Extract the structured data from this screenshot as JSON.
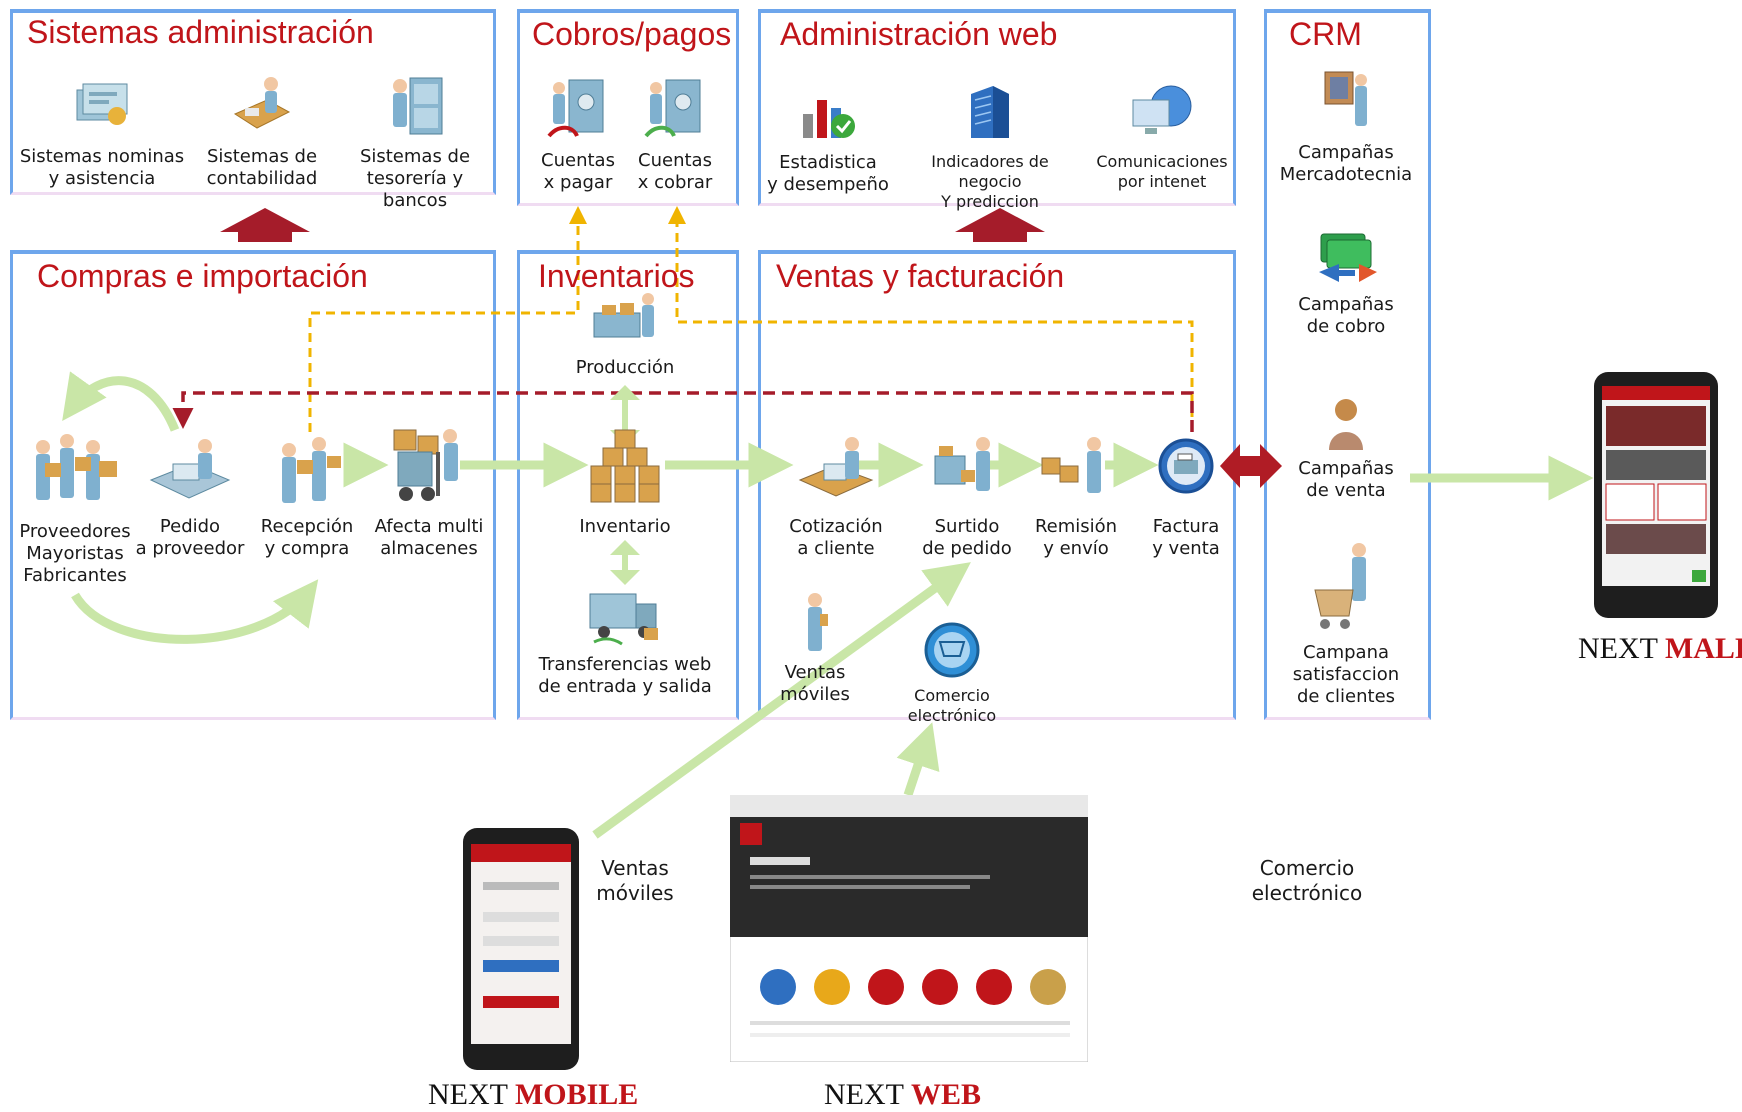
{
  "colors": {
    "accent_red": "#c0151a",
    "panel_border": "#6ea6ec",
    "flow_green": "#c9e6a7",
    "dash_orange": "#f0b400",
    "dash_red": "#a51c2a"
  },
  "panels": {
    "sistemas": {
      "title": "Sistemas administración"
    },
    "cobros": {
      "title": "Cobros/pagos"
    },
    "admin_web": {
      "title": "Administración web"
    },
    "crm": {
      "title": "CRM"
    },
    "compras": {
      "title": "Compras e importación"
    },
    "inventarios": {
      "title": "Inventarios"
    },
    "ventas": {
      "title": "Ventas y facturación"
    }
  },
  "nodes": {
    "nominas": {
      "label": "Sistemas  nominas\ny asistencia",
      "icon": "payroll-icon"
    },
    "contabilidad": {
      "label": "Sistemas de\ncontabilidad",
      "icon": "accounting-icon"
    },
    "tesoreria": {
      "label": "Sistemas de\ntesorería y\nbancos",
      "icon": "treasury-icon"
    },
    "cuentas_pagar": {
      "label": "Cuentas\nx pagar",
      "icon": "accounts-payable-icon"
    },
    "cuentas_cobrar": {
      "label": "Cuentas\nx cobrar",
      "icon": "accounts-receivable-icon"
    },
    "estadistica": {
      "label": "Estadistica\ny desempeño",
      "icon": "stats-icon"
    },
    "indicadores": {
      "label": "Indicadores de negocio\nY prediccion",
      "icon": "building-icon"
    },
    "comunicaciones": {
      "label": "Comunicaciones\npor intenet",
      "icon": "globe-monitor-icon"
    },
    "proveedores": {
      "label": "Proveedores\nMayoristas\nFabricantes",
      "icon": "suppliers-icon"
    },
    "pedido": {
      "label": "Pedido\na proveedor",
      "icon": "order-desk-icon"
    },
    "recepcion": {
      "label": "Recepción\ny compra",
      "icon": "reception-icon"
    },
    "afecta": {
      "label": "Afecta multi\nalmacenes",
      "icon": "forklift-icon"
    },
    "produccion": {
      "label": "Producción",
      "icon": "production-icon"
    },
    "inventario": {
      "label": "Inventario",
      "icon": "boxes-icon"
    },
    "transferencias": {
      "label": "Transferencias web\nde entrada y salida",
      "icon": "truck-icon"
    },
    "cotizacion": {
      "label": "Cotización\na cliente",
      "icon": "quote-icon"
    },
    "surtido": {
      "label": "Surtido\nde pedido",
      "icon": "picking-icon"
    },
    "remision": {
      "label": "Remisión\ny envío",
      "icon": "shipping-icon"
    },
    "factura": {
      "label": "Factura\ny venta",
      "icon": "cash-register-icon"
    },
    "ventas_moviles_small": {
      "label": "Ventas\nmóviles",
      "icon": "mobile-seller-icon"
    },
    "comercio_small": {
      "label": "Comercio\nelectrónico",
      "icon": "cart-globe-icon"
    },
    "campanas_mkt": {
      "label": "Campañas\nMercadotecnia",
      "icon": "marketing-icon"
    },
    "campanas_cobro": {
      "label": "Campañas\nde cobro",
      "icon": "money-icon"
    },
    "campanas_venta": {
      "label": "Campañas\nde venta",
      "icon": "sales-person-icon"
    },
    "campana_satis": {
      "label": "Campana\nsatisfaccion\nde clientes",
      "icon": "customer-cart-icon"
    }
  },
  "bottom": {
    "ventas_moviles": "Ventas\nmóviles",
    "comercio_electronico": "Comercio\nelectrónico"
  },
  "brands": {
    "mobile": {
      "prefix": "NEXT ",
      "suffix": "MOBILE"
    },
    "web": {
      "prefix": "NEXT ",
      "suffix": "WEB"
    },
    "mall": {
      "prefix": "NEXT ",
      "suffix": "MALL"
    }
  }
}
